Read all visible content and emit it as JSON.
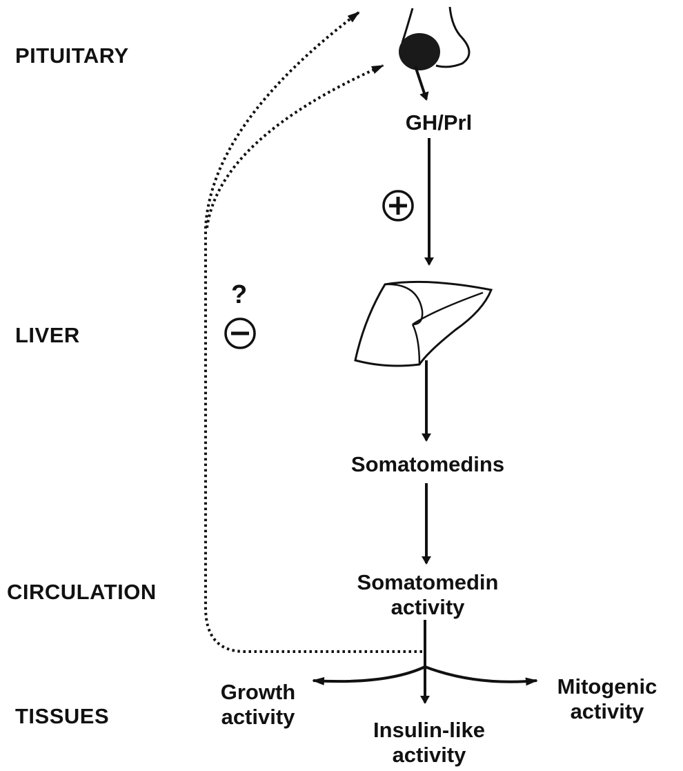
{
  "levels": {
    "pituitary": "PITUITARY",
    "liver": "LIVER",
    "circulation": "CIRCULATION",
    "tissues": "TISSUES"
  },
  "nodes": {
    "gh_prl": "GH/Prl",
    "somatomedins": "Somatomedins",
    "somatomedin_activity_line1": "Somatomedin",
    "somatomedin_activity_line2": "activity",
    "growth_line1": "Growth",
    "growth_line2": "activity",
    "insulin_line1": "Insulin-like",
    "insulin_line2": "activity",
    "mitogenic_line1": "Mitogenic",
    "mitogenic_line2": "activity"
  },
  "symbols": {
    "plus": "+",
    "minus": "−",
    "question": "?"
  },
  "colors": {
    "ink": "#111111",
    "background": "#ffffff"
  }
}
